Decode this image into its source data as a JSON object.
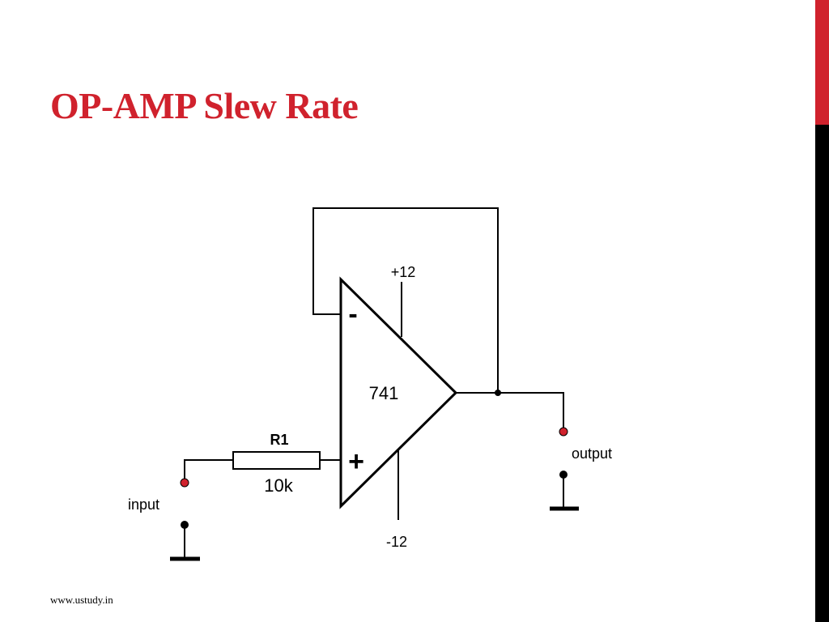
{
  "slide": {
    "title": "OP-AMP Slew Rate",
    "footer": "www.ustudy.in"
  },
  "colors": {
    "title": "#d0222d",
    "side_bar_top": "#d0222d",
    "side_bar_bottom": "#000000",
    "terminal": "#d0222d",
    "wire": "#000000"
  },
  "circuit": {
    "opamp_label": "741",
    "inverting_symbol": "-",
    "noninverting_symbol": "+",
    "supply_positive": "+12",
    "supply_negative": "-12",
    "resistor_name": "R1",
    "resistor_value": "10k",
    "input_label": "input",
    "output_label": "output"
  }
}
